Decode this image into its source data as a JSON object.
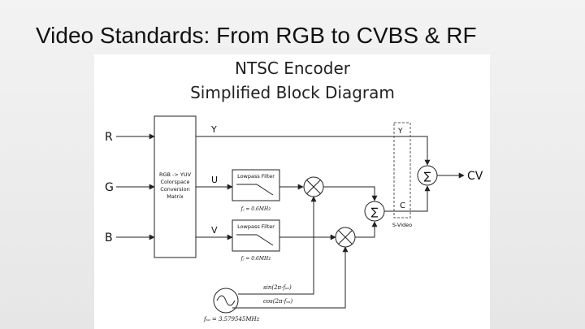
{
  "slide": {
    "title": "Video Standards: From RGB to CVBS & RF"
  },
  "diagram": {
    "title_line1": "NTSC Encoder",
    "title_line2": "Simplified Block Diagram",
    "inputs": [
      "R",
      "G",
      "B"
    ],
    "matrix_lines": [
      "RGB -> YUV",
      "Colorspace",
      "Conversion",
      "Matrix"
    ],
    "signals": {
      "y": "Y",
      "u": "U",
      "v": "V",
      "c": "C",
      "y_svideo": "Y"
    },
    "filter_label": "Lowpass Filter",
    "filter_cutoff": "fⱼ = 0.6MHz",
    "svideo_label": "S-Video",
    "sum_symbol": "∑",
    "output": "CV",
    "sin_label": "sin(2π·fₛₒ)",
    "cos_label": "cos(2π·fₛₒ)",
    "osc_label": "fₛₒ = 3.579545MHz"
  }
}
